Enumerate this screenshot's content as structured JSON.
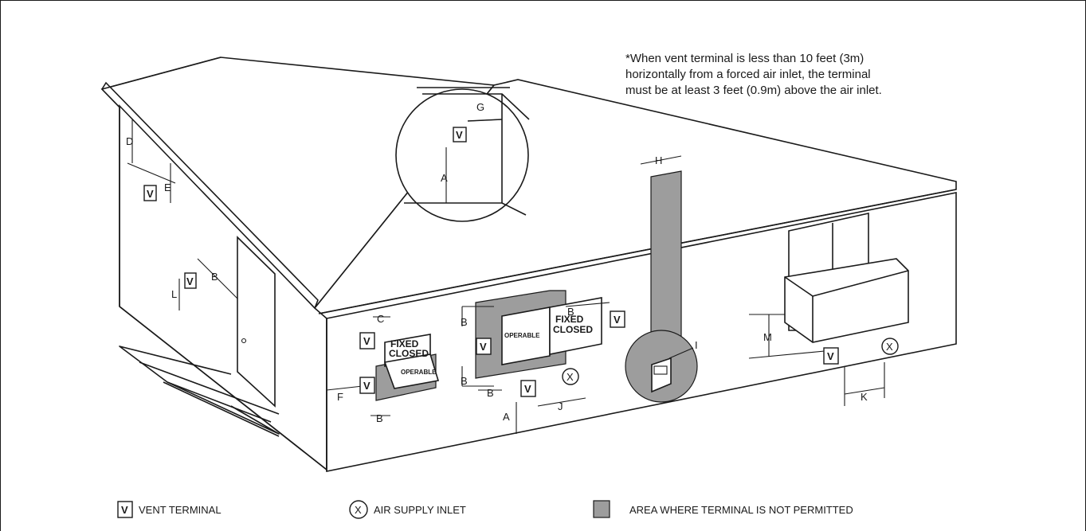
{
  "note": "*When vent terminal is less than 10 feet (3m) horizontally from a forced air inlet, the terminal must be at least 3 feet (0.9m) above the air inlet.",
  "markers": {
    "vent": "V",
    "air_inlet": "X"
  },
  "dimensions": {
    "a": "A",
    "b": "B",
    "c": "C",
    "d": "D",
    "e": "E",
    "f": "F",
    "g": "G",
    "h": "H",
    "i": "I",
    "j": "J",
    "k": "K",
    "l": "L",
    "m": "M"
  },
  "windows": {
    "fixed": "FIXED",
    "closed": "CLOSED",
    "operable": "OPERABLE"
  },
  "legend": {
    "vent_terminal": "VENT TERMINAL",
    "air_supply_inlet": "AIR SUPPLY INLET",
    "not_permitted": "AREA WHERE TERMINAL IS NOT PERMITTED"
  },
  "colors": {
    "not_permitted_fill": "#9d9d9d",
    "line": "#1a1a1a"
  }
}
